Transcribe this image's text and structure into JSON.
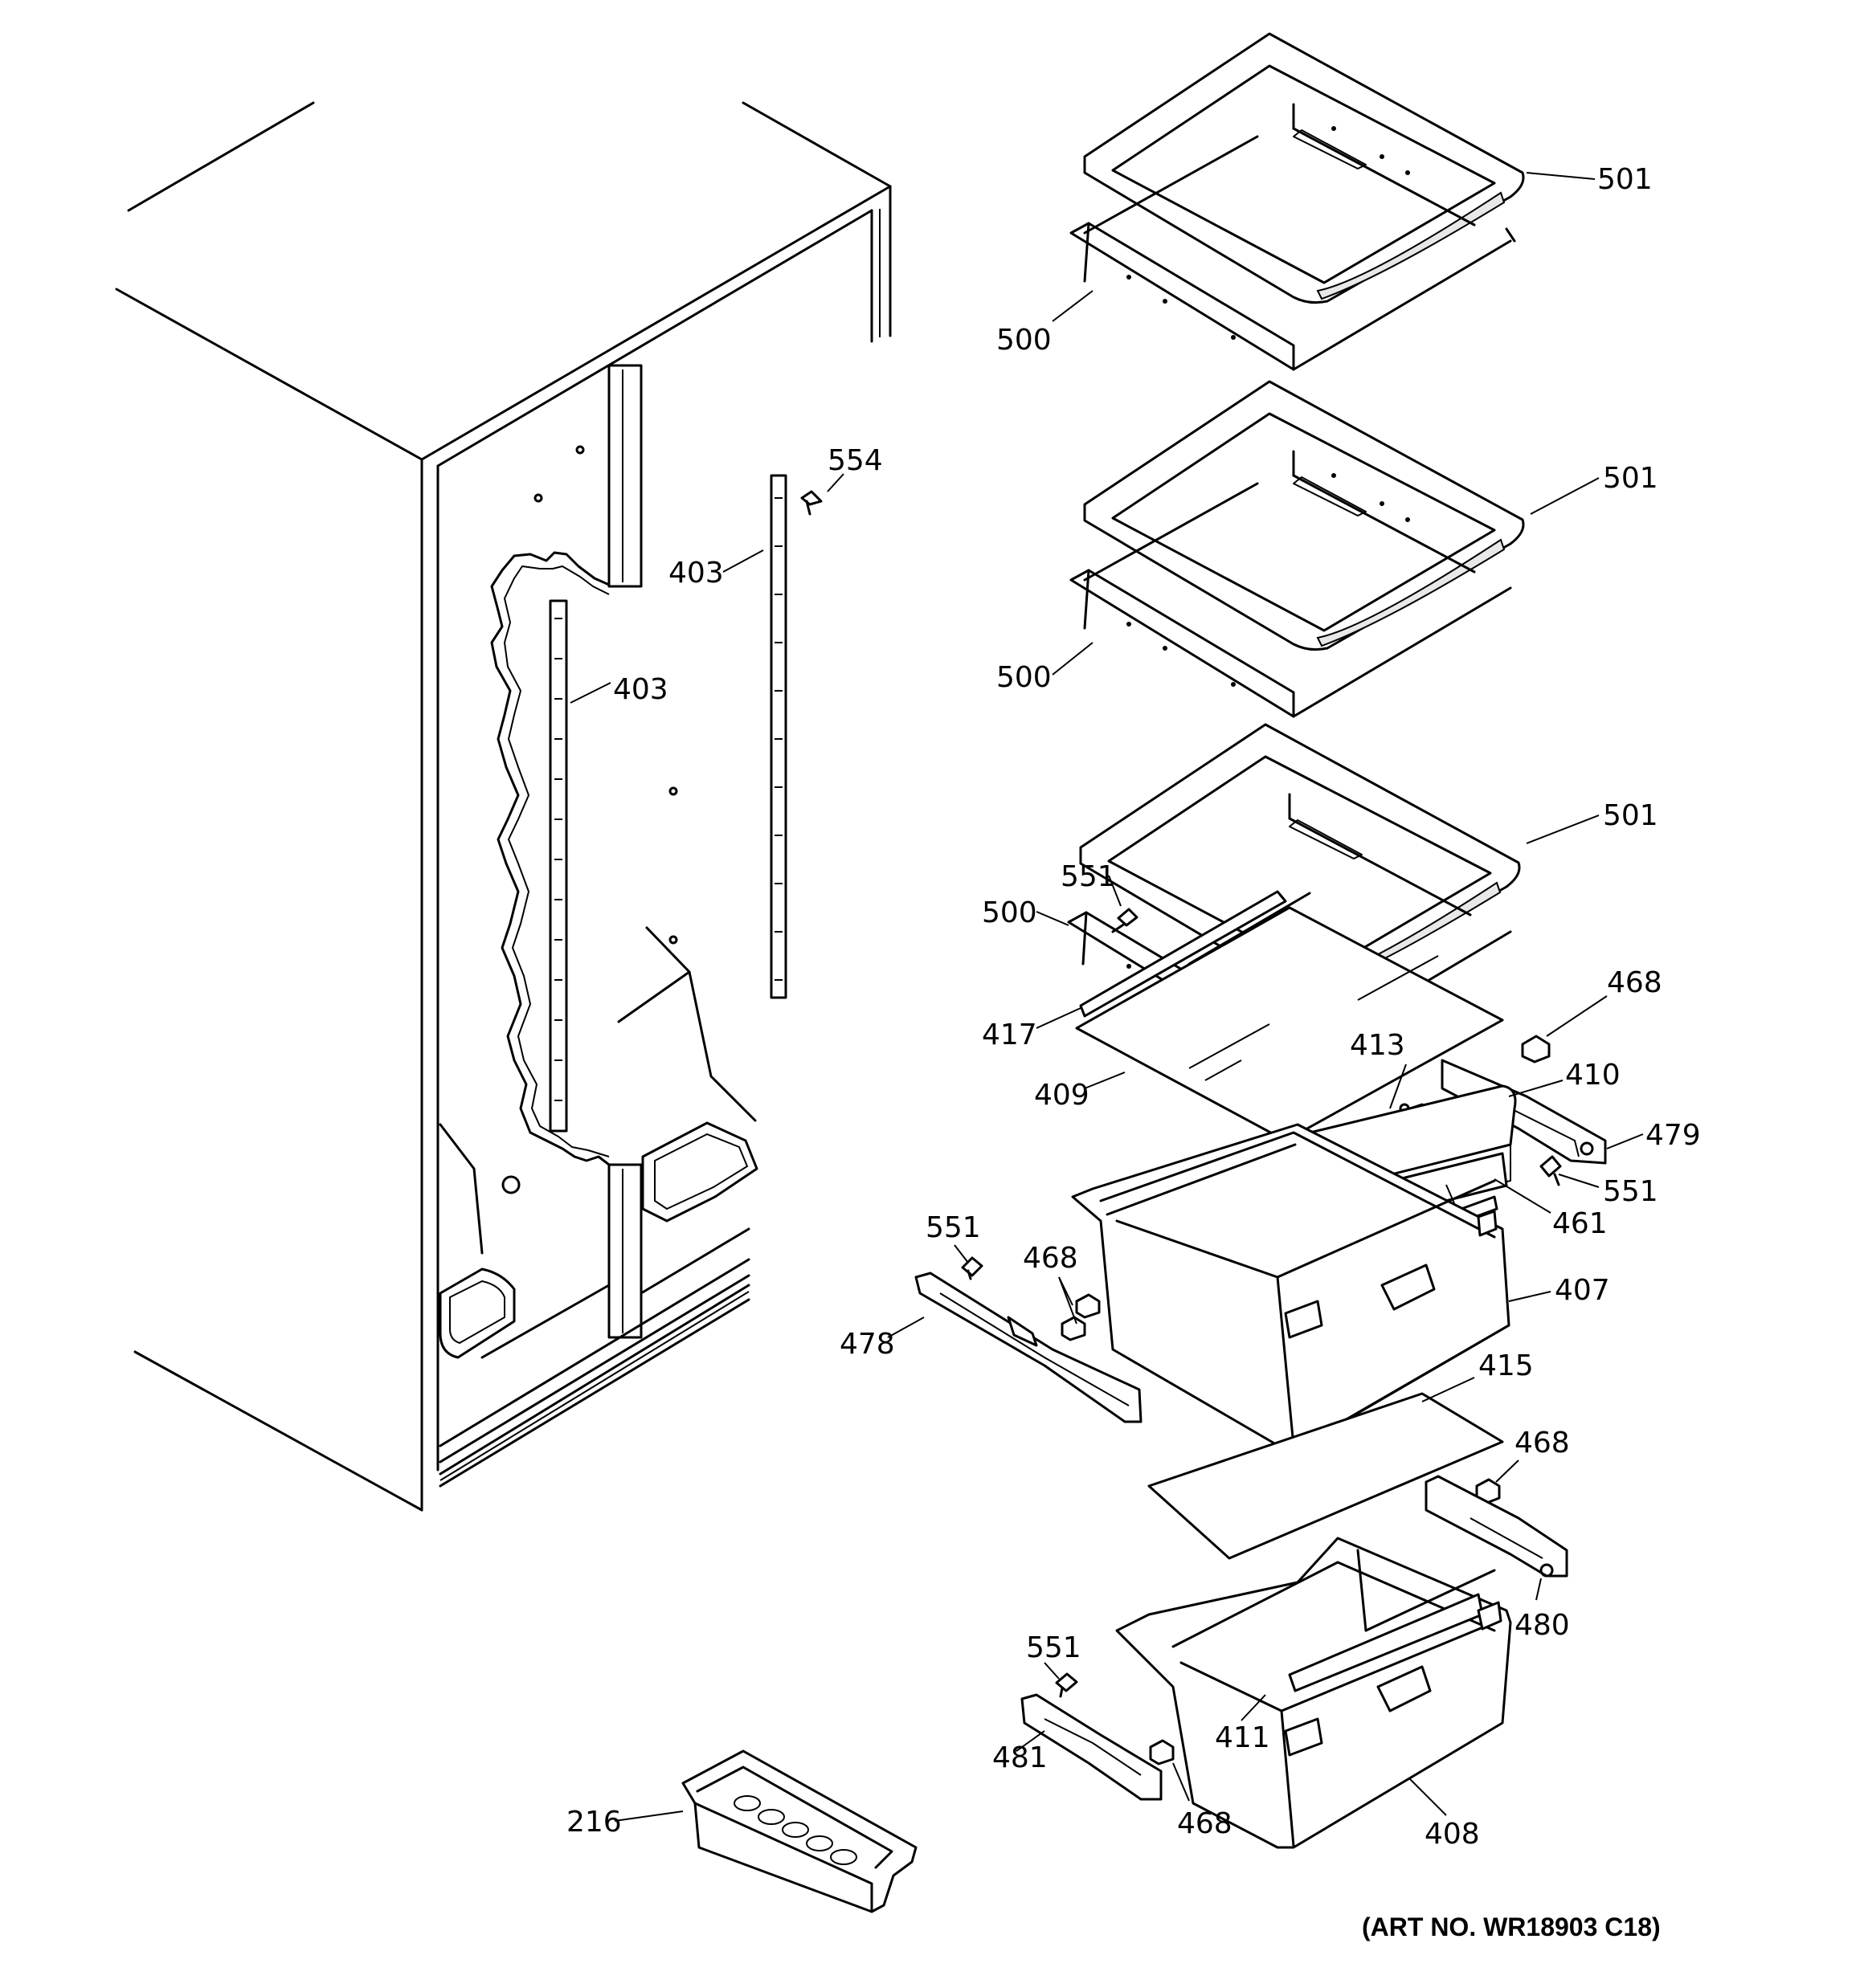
{
  "diagram": {
    "art_number": "(ART NO. WR18903 C18)",
    "callouts": [
      {
        "id": "c501a",
        "text": "501"
      },
      {
        "id": "c500a",
        "text": "500"
      },
      {
        "id": "c554",
        "text": "554"
      },
      {
        "id": "c403a",
        "text": "403"
      },
      {
        "id": "c501b",
        "text": "501"
      },
      {
        "id": "c403b",
        "text": "403"
      },
      {
        "id": "c500b",
        "text": "500"
      },
      {
        "id": "c501c",
        "text": "501"
      },
      {
        "id": "c551a",
        "text": "551"
      },
      {
        "id": "c500c",
        "text": "500"
      },
      {
        "id": "c468a",
        "text": "468"
      },
      {
        "id": "c417",
        "text": "417"
      },
      {
        "id": "c413",
        "text": "413"
      },
      {
        "id": "c410",
        "text": "410"
      },
      {
        "id": "c409",
        "text": "409"
      },
      {
        "id": "c479",
        "text": "479"
      },
      {
        "id": "c551b",
        "text": "551"
      },
      {
        "id": "c551c",
        "text": "551"
      },
      {
        "id": "c461",
        "text": "461"
      },
      {
        "id": "c468b",
        "text": "468"
      },
      {
        "id": "c407",
        "text": "407"
      },
      {
        "id": "c478",
        "text": "478"
      },
      {
        "id": "c415",
        "text": "415"
      },
      {
        "id": "c468c",
        "text": "468"
      },
      {
        "id": "c480",
        "text": "480"
      },
      {
        "id": "c551d",
        "text": "551"
      },
      {
        "id": "c411",
        "text": "411"
      },
      {
        "id": "c481",
        "text": "481"
      },
      {
        "id": "c216",
        "text": "216"
      },
      {
        "id": "c468d",
        "text": "468"
      },
      {
        "id": "c408",
        "text": "408"
      }
    ]
  }
}
